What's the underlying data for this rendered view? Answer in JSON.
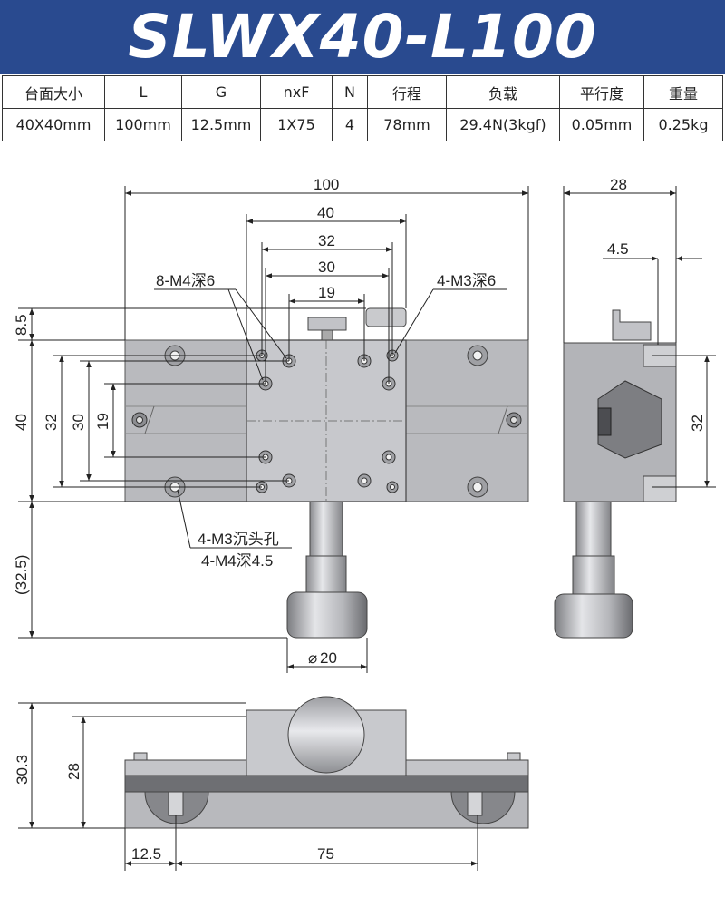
{
  "title": "SLWX40-L100",
  "spec_table": {
    "headers": [
      "台面大小",
      "L",
      "G",
      "nxF",
      "N",
      "行程",
      "负载",
      "平行度",
      "重量"
    ],
    "values": [
      "40X40mm",
      "100mm",
      "12.5mm",
      "1X75",
      "4",
      "78mm",
      "29.4N(3kgf)",
      "0.05mm",
      "0.25kg"
    ]
  },
  "dimensions": {
    "top_view": {
      "overall_length": "100",
      "table_width": "40",
      "hole_span_32": "32",
      "hole_span_30": "30",
      "hole_span_19": "19",
      "left_height_8_5": "8.5",
      "left_height_40": "40",
      "left_height_32": "32",
      "left_height_30": "30",
      "left_height_19": "19",
      "knob_extension": "(32.5)",
      "knob_diameter": "20",
      "diameter_symbol": "⌀"
    },
    "side_view": {
      "width_28": "28",
      "offset_4_5": "4.5",
      "height_32": "32"
    },
    "front_view": {
      "height_30_3": "30.3",
      "height_28": "28",
      "offset_12_5": "12.5",
      "pitch_75": "75"
    }
  },
  "callouts": {
    "m4_holes": "8-M4深6",
    "m3_holes": "4-M3深6",
    "counterbore_line1": "4-M3沉头孔",
    "counterbore_line2": "4-M4深4.5"
  },
  "colors": {
    "title_bg": "#294a8f",
    "metal": "#b3b4b8",
    "metal_light": "#cfd0d4",
    "metal_dark": "#6e6f73"
  }
}
